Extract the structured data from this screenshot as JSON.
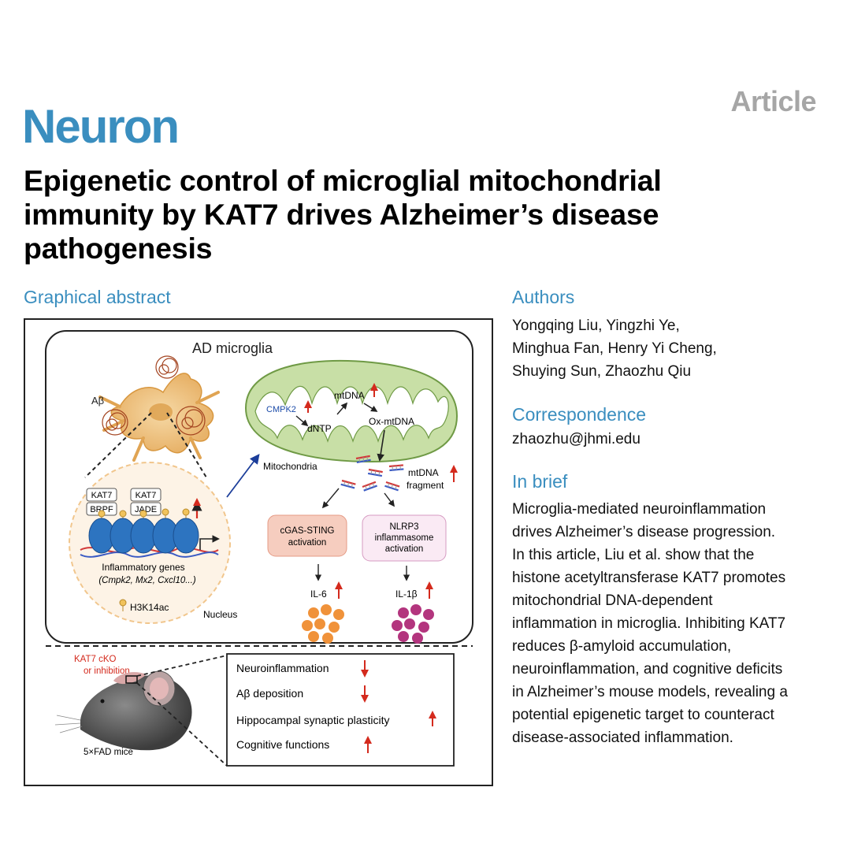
{
  "header": {
    "journal": "Neuron",
    "article_type": "Article",
    "title_lines": [
      "Epigenetic control of microglial mitochondrial",
      "immunity by KAT7 drives Alzheimer’s disease",
      "pathogenesis"
    ]
  },
  "graphical_abstract": {
    "heading": "Graphical abstract",
    "panel_title": "AD microglia",
    "abeta": "Aβ",
    "mitochondria": "Mitochondria",
    "cmpk2": "CMPK2",
    "dntp": "dNTP",
    "mtdna": "mtDNA",
    "ox_mtdna": "Ox-mtDNA",
    "mtdna_fragment_1": "mtDNA",
    "mtdna_fragment_2": "fragment",
    "kat7_a": "KAT7",
    "brpf": "BRPF",
    "kat7_b": "KAT7",
    "jade": "JADE",
    "inflammatory_genes": "Inflammatory genes",
    "gene_list": "(Cmpk2, Mx2, Cxcl10...)",
    "h3k14ac": "H3K14ac",
    "nucleus": "Nucleus",
    "cgas_1": "cGAS-STING",
    "cgas_2": "activation",
    "nlrp3_1": "NLRP3",
    "nlrp3_2": "inflammasome",
    "nlrp3_3": "activation",
    "il6": "IL-6",
    "il1b": "IL-1β",
    "kat7_cko_1": "KAT7 cKO",
    "kat7_cko_2": "or inhibition",
    "mice": "5×FAD mice",
    "outcomes": [
      {
        "label": "Neuroinflammation",
        "direction": "down"
      },
      {
        "label": "Aβ deposition",
        "direction": "down"
      },
      {
        "label": "Hippocampal synaptic plasticity",
        "direction": "up"
      },
      {
        "label": "Cognitive functions",
        "direction": "up"
      }
    ]
  },
  "authors": {
    "heading": "Authors",
    "lines": [
      "Yongqing Liu, Yingzhi Ye,",
      "Minghua Fan, Henry Yi Cheng,",
      "Shuying Sun, Zhaozhu Qiu"
    ]
  },
  "correspondence": {
    "heading": "Correspondence",
    "email": "zhaozhu@jhmi.edu"
  },
  "in_brief": {
    "heading": "In brief",
    "lines": [
      "Microglia-mediated neuroinflammation",
      "drives Alzheimer’s disease progression.",
      "In this article, Liu et al. show that the",
      "histone acetyltransferase KAT7 promotes",
      "mitochondrial DNA-dependent",
      "inflammation in microglia. Inhibiting KAT7",
      "reduces β-amyloid accumulation,",
      "neuroinflammation, and cognitive deficits",
      "in Alzheimer’s mouse models, revealing a",
      "potential epigenetic target to counteract",
      "disease-associated inflammation."
    ]
  },
  "colors": {
    "brand_blue": "#3a8ebf",
    "article_gray": "#a6a6a6",
    "up_down_arrow": "#d42a1d",
    "il6_orange": "#f0923a",
    "il1b_magenta": "#b3357e",
    "mito_green": "#c8dfa6",
    "nucleosome_blue": "#2d74c0"
  }
}
